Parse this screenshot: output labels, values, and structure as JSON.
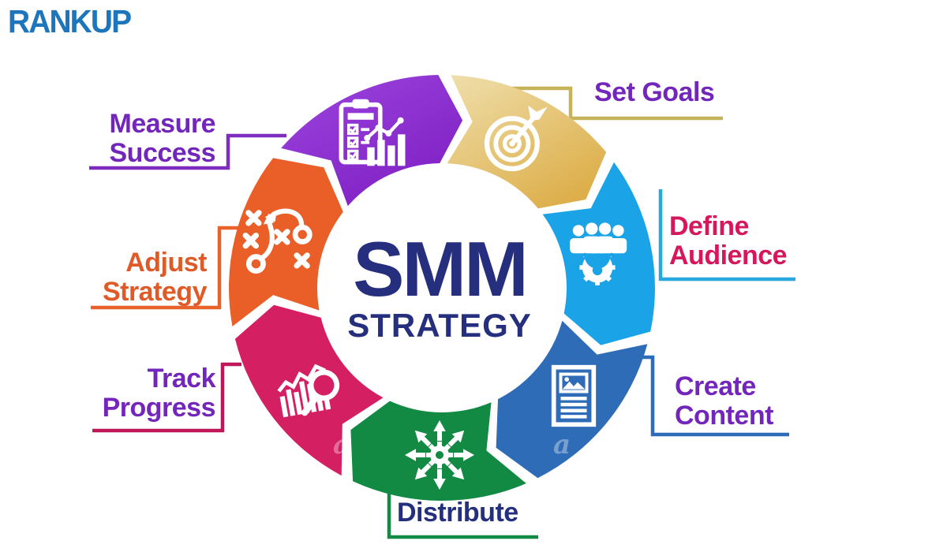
{
  "logo": {
    "text": "RANKUP",
    "color": "#1D76BC"
  },
  "center": {
    "title": "SMM",
    "subtitle": "STRATEGY",
    "text_color": "#252F7D"
  },
  "steps": [
    {
      "id": "measure-success",
      "label": "Measure Success",
      "label_lines": [
        "Measure",
        "Success"
      ],
      "label_color": "#7326BB",
      "segment_color": "#8020C4",
      "segment_color2": "#9C45DE",
      "connector_color": "#7E2BC0",
      "icon": "clipboard-chart-icon"
    },
    {
      "id": "set-goals",
      "label": "Set Goals",
      "label_lines": [
        "Set Goals"
      ],
      "label_color": "#7326BB",
      "segment_color": "#DDAE49",
      "segment_color2": "#EFDFAC",
      "connector_color": "#C5B35A",
      "icon": "target-icon"
    },
    {
      "id": "define-audience",
      "label": "Define Audience",
      "label_lines": [
        "Define",
        "Audience"
      ],
      "label_color": "#D5185E",
      "segment_color": "#1BA3E8",
      "connector_color": "#29A8E0",
      "icon": "audience-icon"
    },
    {
      "id": "create-content",
      "label": "Create Content",
      "label_lines": [
        "Create",
        "Content"
      ],
      "label_color": "#7326BB",
      "segment_color": "#2F6CB8",
      "connector_color": "#2F6CB8",
      "icon": "document-icon"
    },
    {
      "id": "distribute",
      "label": "Distribute",
      "label_lines": [
        "Distribute"
      ],
      "label_color": "#242F7E",
      "segment_color": "#128A43",
      "connector_color": "#128A43",
      "icon": "share-icon"
    },
    {
      "id": "track-progress",
      "label": "Track Progress",
      "label_lines": [
        "Track",
        "Progress"
      ],
      "label_color": "#7326BB",
      "segment_color": "#D51F63",
      "connector_color": "#C0175B",
      "icon": "chart-magnifier-icon"
    },
    {
      "id": "adjust-strategy",
      "label": "Adjust Strategy",
      "label_lines": [
        "Adjust",
        "Strategy"
      ],
      "label_color": "#E05A28",
      "segment_color": "#EA5E28",
      "connector_color": "#E8622A",
      "icon": "tactics-icon"
    }
  ],
  "watermarks": [
    {
      "text": "a"
    },
    {
      "text": "a"
    }
  ]
}
